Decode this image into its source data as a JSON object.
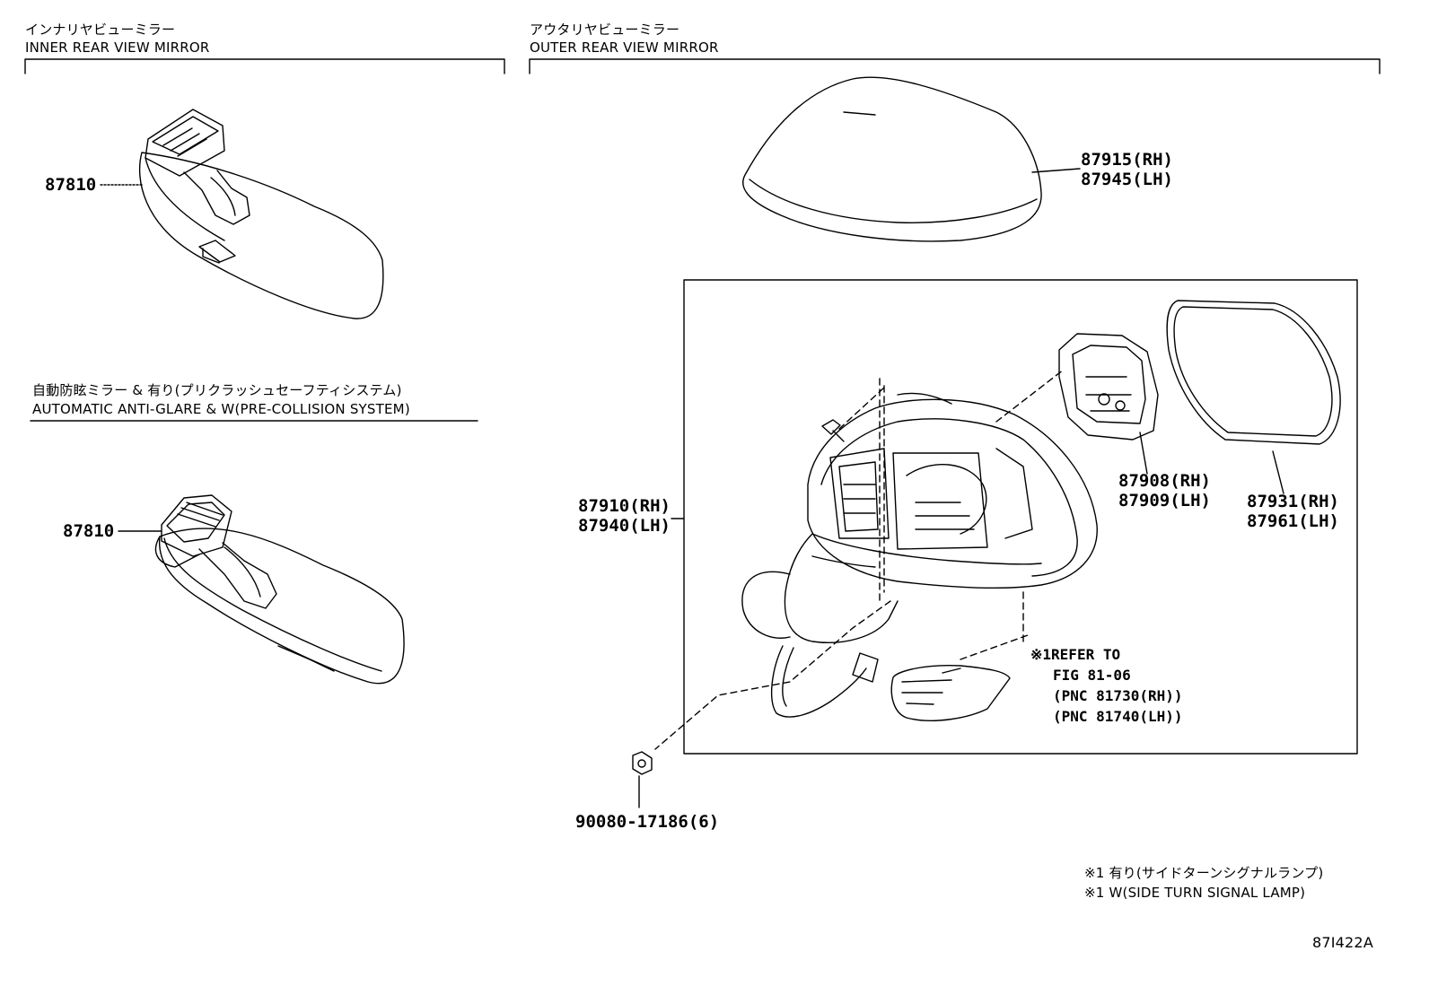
{
  "sections": {
    "inner": {
      "title_jp": "インナリヤビューミラー",
      "title_en": "INNER REAR VIEW MIRROR"
    },
    "outer": {
      "title_jp": "アウタリヤビューミラー",
      "title_en": "OUTER REAR VIEW MIRROR"
    },
    "auto": {
      "title_jp": "自動防眩ミラー & 有り(プリクラッシュセーフティシステム)",
      "title_en": "AUTOMATIC ANTI-GLARE & W(PRE-COLLISION SYSTEM)"
    }
  },
  "parts": {
    "inner_mirror": "87810",
    "auto_mirror": "87810",
    "cover_rh": "87915(RH)",
    "cover_lh": "87945(LH)",
    "assy_rh": "87910(RH)",
    "assy_lh": "87940(LH)",
    "actuator_rh": "87908(RH)",
    "actuator_lh": "87909(LH)",
    "glass_rh": "87931(RH)",
    "glass_lh": "87961(LH)",
    "nut": "90080-17186(6)"
  },
  "refer_note": {
    "line1": "※1REFER TO",
    "line2": "FIG 81-06",
    "line3": "(PNC 81730(RH))",
    "line4": "(PNC 81740(LH))"
  },
  "footnote": {
    "jp": "※1 有り(サイドターンシグナルランプ)",
    "en": "※1 W(SIDE TURN SIGNAL LAMP)"
  },
  "figure_id": "87I422A",
  "icons": [
    "inner-mirror-drawing",
    "auto-mirror-drawing",
    "mirror-cover-drawing",
    "mirror-assy-drawing",
    "actuator-drawing",
    "mirror-glass-drawing",
    "turn-lamp-drawing",
    "nut-drawing",
    "screw-drawing"
  ]
}
